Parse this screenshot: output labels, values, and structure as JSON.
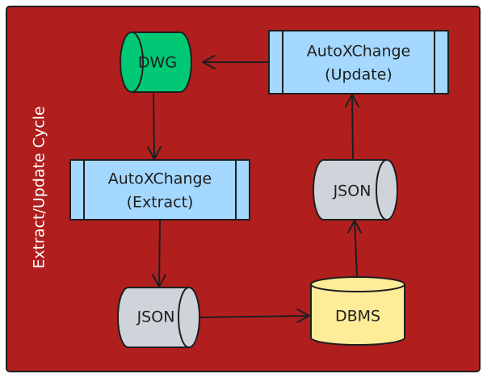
{
  "diagram": {
    "cycle_label": "Extract/Update Cycle",
    "nodes": {
      "dwg": "DWG",
      "extract_line1": "AutoXChange",
      "extract_line2": "(Extract)",
      "update_line1": "AutoXChange",
      "update_line2": "(Update)",
      "json_bottom": "JSON",
      "json_right": "JSON",
      "dbms": "DBMS"
    }
  },
  "colors": {
    "background": "#b11e1e",
    "dwg": "#00c875",
    "process": "#a5d8ff",
    "json": "#ced4da",
    "dbms": "#ffec99",
    "stroke": "#1e1e1e"
  }
}
